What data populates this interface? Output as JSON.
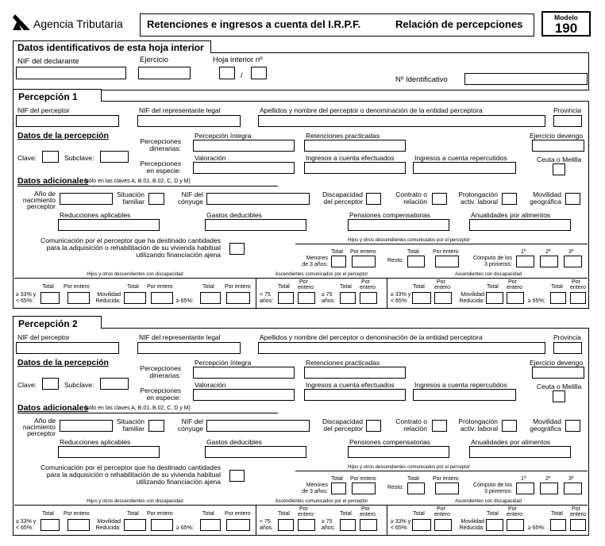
{
  "header": {
    "agency": "Agencia Tributaria",
    "form_title": "Retenciones e ingresos a cuenta del I.R.P.F.",
    "form_subtitle": "Relación de percepciones",
    "model_label": "Modelo",
    "model_number": "190"
  },
  "datos": {
    "title": "Datos identificativos de esta hoja interior",
    "nif_declarante": "NIF del declarante",
    "ejercicio": "Ejercicio",
    "hoja_interior": "Hoja interior nº",
    "hoja_sep": "/",
    "n_identificativo": "Nº Identificativo"
  },
  "labels": {
    "nif_perceptor": "NIF del perceptor",
    "nif_representante": "NIF del representante legal",
    "apellidos": "Apellidos y nombre del perceptor o denominación de la entidad perceptora",
    "provincia": "Provincia",
    "datos_percepcion": "Datos de la percepción",
    "clave": "Clave:",
    "subclave": "Subclave:",
    "perc_dinerarias_1": "Percepciones",
    "perc_dinerarias_2": "dinerarias:",
    "perc_especie_1": "Percepciones",
    "perc_especie_2": "en especie:",
    "percepcion_integra": "Percepción íntegra",
    "retenciones": "Retenciones practicadas",
    "ejercicio_devengo": "Ejercicio devengo",
    "valoracion": "Valoración",
    "ingresos_efectuados": "Ingresos a cuenta efectuados",
    "ingresos_repercutidos": "Ingresos a cuenta repercutidos",
    "ceuta": "Ceuta o Melilla",
    "datos_adicionales": "Datos adicionales",
    "datos_adicionales_note": "(sólo en las claves A, B.01, B.02, C, D y M)",
    "ano_1": "Año de",
    "ano_2": "nacimiento",
    "ano_3": "perceptor",
    "situacion_1": "Situación",
    "situacion_2": "familiar",
    "nif_conyuge_1": "NIF del",
    "nif_conyuge_2": "cónyuge",
    "discapacidad_1": "Discapacidad",
    "discapacidad_2": "del perceptor",
    "contrato_1": "Contrato o",
    "contrato_2": "relación",
    "prolongacion_1": "Prolongación",
    "prolongacion_2": "activ. laboral",
    "movilidad_1": "Movilidad",
    "movilidad_2": "geográfica",
    "reducciones": "Reducciones aplicables",
    "gastos": "Gastos deducibles",
    "pensiones": "Pensiones compensatorias",
    "anualidades": "Anualidades por alimentos",
    "comunicacion_1": "Comunicación por el  perceptor que ha destinado cantidades",
    "comunicacion_2": "para la adquisición o rehabilitación de su vivienda  habitual",
    "comunicacion_3": "utilizando financiación ajena",
    "hijos_comunicados": "Hijos y otros descendientes comunicados por el perceptor",
    "total": "Total",
    "por_entero": "Por entero",
    "por": "Por",
    "entero": "entero",
    "menores_1": "Menores",
    "menores_2": "de 3 años:",
    "resto": "Resto:",
    "computo_1": "Cómputo de los",
    "computo_2": "3 primeros:",
    "p1": "1º",
    "p2": "2º",
    "p3": "3º",
    "hijos_discapacidad": "Hijos y otros descendientes con discapacidad",
    "ascendientes_comunicados": "Ascendientes comunicados por el perceptor",
    "ascendientes_discapacidad": "Ascendientes con discapacidad",
    "ge33_1": "≥ 33% y",
    "ge33_2": "< 65%:",
    "movilidad_red_1": "Movilidad",
    "movilidad_red_2": "Reducida:",
    "ge65": "≥ 65%:",
    "lt75_1": "< 75",
    "lt75_2": "años:",
    "ge75_1": "≥ 75",
    "ge75_2": "años:"
  },
  "sections": [
    {
      "title": "Percepción 1"
    },
    {
      "title": "Percepción 2"
    }
  ]
}
